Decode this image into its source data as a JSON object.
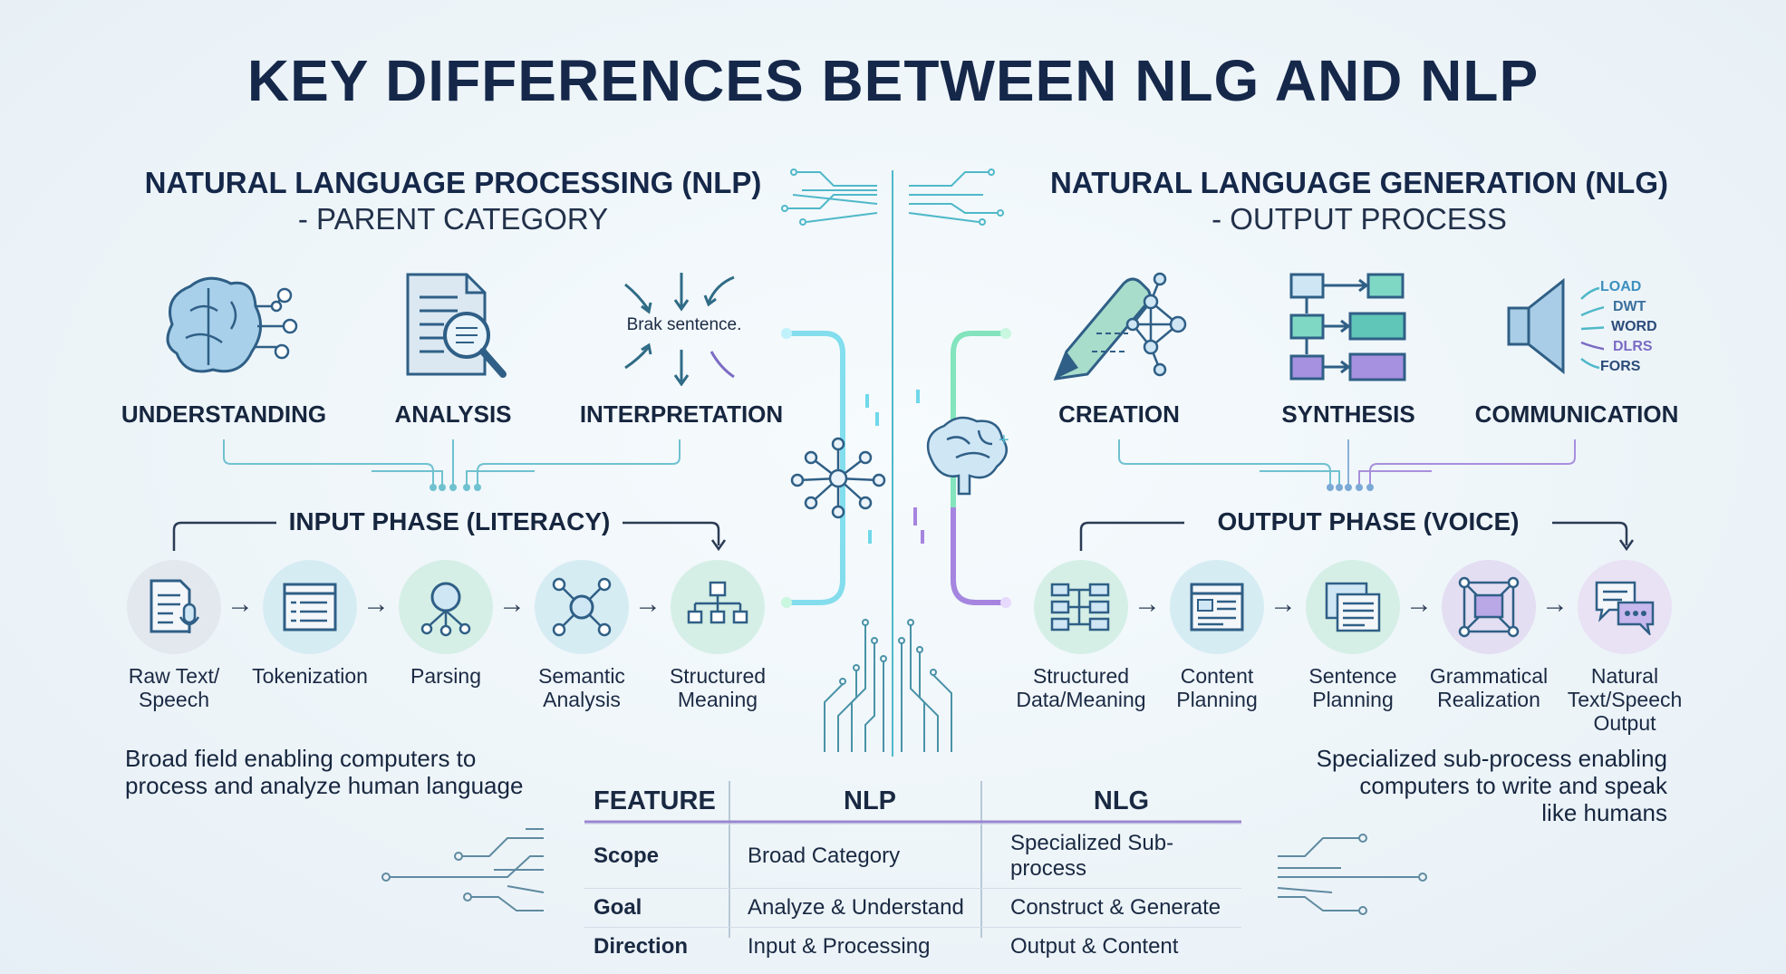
{
  "title": "KEY DIFFERENCES BETWEEN NLG AND NLP",
  "nlp": {
    "heading": "NATURAL LANGUAGE PROCESSING (NLP)",
    "subheading": "- PARENT CATEGORY",
    "categories": [
      "UNDERSTANDING",
      "ANALYSIS",
      "INTERPRETATION"
    ],
    "icon_caption": "Brak sentence.",
    "phase": "INPUT PHASE (LITERACY)",
    "steps": [
      {
        "line1": "Raw Text/",
        "line2": "Speech",
        "icon": "document-mic-icon",
        "color": "#e3e8ef"
      },
      {
        "line1": "Tokenization",
        "line2": "",
        "icon": "token-list-icon",
        "color": "#d6ecf3"
      },
      {
        "line1": "Parsing",
        "line2": "",
        "icon": "parse-tree-icon",
        "color": "#d5efe6"
      },
      {
        "line1": "Semantic",
        "line2": "Analysis",
        "icon": "semantic-network-icon",
        "color": "#d6ecf3"
      },
      {
        "line1": "Structured",
        "line2": "Meaning",
        "icon": "hierarchy-icon",
        "color": "#d5efe6"
      }
    ],
    "description_line1": "Broad field enabling computers to",
    "description_line2": "process and analyze human language"
  },
  "nlg": {
    "heading": "NATURAL LANGUAGE GENERATION (NLG)",
    "subheading": "- OUTPUT PROCESS",
    "categories": [
      "CREATION",
      "SYNTHESIS",
      "COMMUNICATION"
    ],
    "speaker_words": [
      "LOAD",
      "DWT",
      "WORD",
      "DLRS",
      "FORS"
    ],
    "phase": "OUTPUT PHASE (VOICE)",
    "steps": [
      {
        "line1": "Structured",
        "line2": "Data/Meaning",
        "line3": "",
        "icon": "structured-data-icon",
        "color": "#d5efe6"
      },
      {
        "line1": "Content",
        "line2": "Planning",
        "line3": "",
        "icon": "content-planning-icon",
        "color": "#d6ecf3"
      },
      {
        "line1": "Sentence",
        "line2": "Planning",
        "line3": "",
        "icon": "sentence-planning-icon",
        "color": "#d5efe6"
      },
      {
        "line1": "Grammatical",
        "line2": "Realization",
        "line3": "",
        "icon": "grammar-network-icon",
        "color": "#e3def2"
      },
      {
        "line1": "Natural",
        "line2": "Text/Speech",
        "line3": "Output",
        "icon": "chat-bubbles-icon",
        "color": "#e8e2f4"
      }
    ],
    "description_line1": "Specialized sub-process enabling",
    "description_line2": "computers to write and speak",
    "description_line3": "like humans"
  },
  "table": {
    "headers": [
      "FEATURE",
      "NLP",
      "NLG"
    ],
    "rows": [
      {
        "feature": "Scope",
        "nlp": "Broad Category",
        "nlg": "Specialized Sub-process"
      },
      {
        "feature": "Goal",
        "nlp": "Analyze & Understand",
        "nlg": "Construct & Generate"
      },
      {
        "feature": "Direction",
        "nlp": "Input & Processing",
        "nlg": "Output & Content"
      }
    ]
  },
  "colors": {
    "navy": "#15284a",
    "teal": "#4fb8c9",
    "green": "#5fd3a6",
    "purple": "#9a7fd6",
    "blue": "#6aa9d8"
  }
}
